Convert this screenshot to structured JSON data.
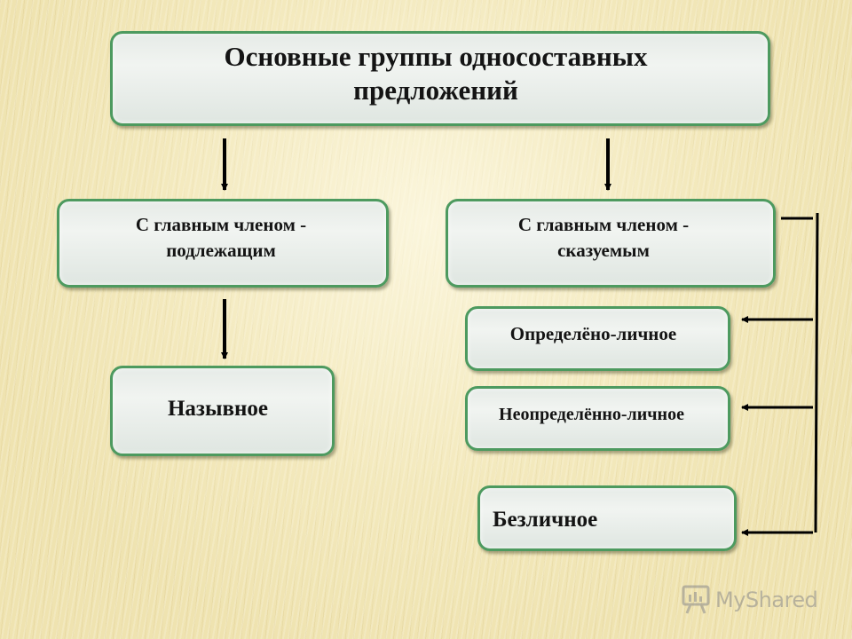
{
  "diagram": {
    "title": "Основные группы односоставных\nпредложений",
    "branches": [
      {
        "label": "С главным членом -\nподлежащим",
        "children": [
          "Назывное"
        ]
      },
      {
        "label": "С главным членом -\nсказуемым",
        "children": [
          "Определёно-личное",
          "Неопределённо-личное",
          "Безличное"
        ]
      }
    ]
  },
  "watermark": {
    "text": "MyShared"
  },
  "colors": {
    "box_border": "#4d9a5f",
    "box_fill": "#eef1ee",
    "arrow": "#000000",
    "background": "#efe3b0"
  }
}
